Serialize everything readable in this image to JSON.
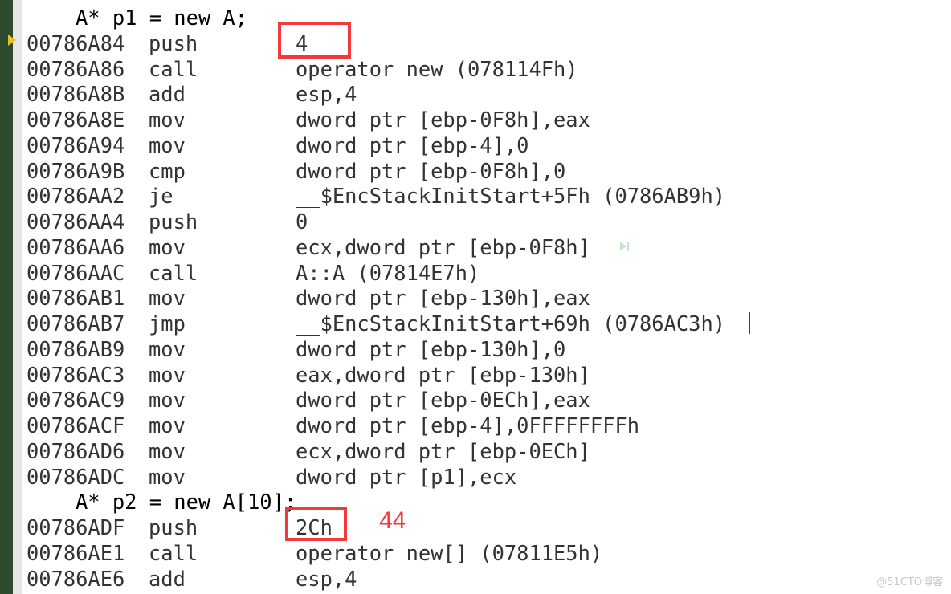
{
  "lines": [
    {
      "type": "src",
      "text": "A* p1 = new A;"
    },
    {
      "type": "asm",
      "addr": "00786A84",
      "mn": "push",
      "op": "4",
      "current": true
    },
    {
      "type": "asm",
      "addr": "00786A86",
      "mn": "call",
      "op": "operator new (078114Fh)"
    },
    {
      "type": "asm",
      "addr": "00786A8B",
      "mn": "add",
      "op": "esp,4"
    },
    {
      "type": "asm",
      "addr": "00786A8E",
      "mn": "mov",
      "op": "dword ptr [ebp-0F8h],eax"
    },
    {
      "type": "asm",
      "addr": "00786A94",
      "mn": "mov",
      "op": "dword ptr [ebp-4],0"
    },
    {
      "type": "asm",
      "addr": "00786A9B",
      "mn": "cmp",
      "op": "dword ptr [ebp-0F8h],0"
    },
    {
      "type": "asm",
      "addr": "00786AA2",
      "mn": "je",
      "op": "__$EncStackInitStart+5Fh (0786AB9h)"
    },
    {
      "type": "asm",
      "addr": "00786AA4",
      "mn": "push",
      "op": "0"
    },
    {
      "type": "asm",
      "addr": "00786AA6",
      "mn": "mov",
      "op": "ecx,dword ptr [ebp-0F8h]"
    },
    {
      "type": "asm",
      "addr": "00786AAC",
      "mn": "call",
      "op": "A::A (07814E7h)"
    },
    {
      "type": "asm",
      "addr": "00786AB1",
      "mn": "mov",
      "op": "dword ptr [ebp-130h],eax"
    },
    {
      "type": "asm",
      "addr": "00786AB7",
      "mn": "jmp",
      "op": "__$EncStackInitStart+69h (0786AC3h)"
    },
    {
      "type": "asm",
      "addr": "00786AB9",
      "mn": "mov",
      "op": "dword ptr [ebp-130h],0"
    },
    {
      "type": "asm",
      "addr": "00786AC3",
      "mn": "mov",
      "op": "eax,dword ptr [ebp-130h]"
    },
    {
      "type": "asm",
      "addr": "00786AC9",
      "mn": "mov",
      "op": "dword ptr [ebp-0ECh],eax"
    },
    {
      "type": "asm",
      "addr": "00786ACF",
      "mn": "mov",
      "op": "dword ptr [ebp-4],0FFFFFFFFh"
    },
    {
      "type": "asm",
      "addr": "00786AD6",
      "mn": "mov",
      "op": "ecx,dword ptr [ebp-0ECh]"
    },
    {
      "type": "asm",
      "addr": "00786ADC",
      "mn": "mov",
      "op": "dword ptr [p1],ecx"
    },
    {
      "type": "src",
      "text": "A* p2 = new A[10];"
    },
    {
      "type": "asm",
      "addr": "00786ADF",
      "mn": "push",
      "op": "2Ch"
    },
    {
      "type": "asm",
      "addr": "00786AE1",
      "mn": "call",
      "op": "operator new[] (07811E5h)"
    },
    {
      "type": "asm",
      "addr": "00786AE6",
      "mn": "add",
      "op": "esp,4"
    }
  ],
  "annotation": {
    "text": "44",
    "color": "#f23a3a"
  },
  "watermark": "@51CTO博客",
  "colors": {
    "highlight": "#f23a3a",
    "current_arrow": "#f0c020"
  }
}
